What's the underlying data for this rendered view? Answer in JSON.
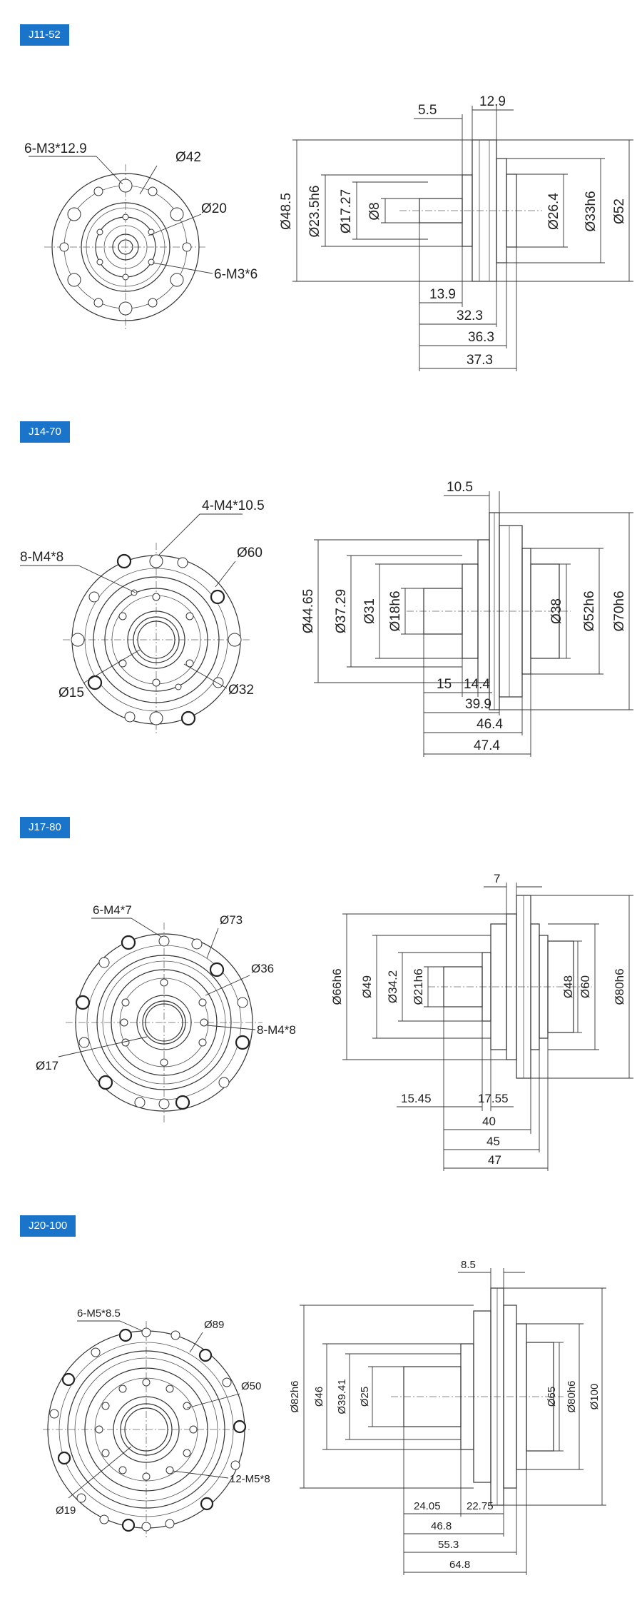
{
  "colors": {
    "tag_bg": "#1a74c9",
    "tag_text": "#ffffff",
    "line": "#333333"
  },
  "sections": [
    {
      "tag": "J11-52",
      "front": {
        "labels": [
          "6-M3*12.9",
          "Ø42",
          "Ø20",
          "6-M3*6"
        ]
      },
      "side": {
        "top": [
          "5.5",
          "12.9"
        ],
        "diam_left": [
          "Ø48.5",
          "Ø23.5h6",
          "Ø17.27",
          "Ø8"
        ],
        "diam_right": [
          "Ø26.4",
          "Ø33h6",
          "Ø52"
        ],
        "bottom": [
          "13.9",
          "32.3",
          "36.3",
          "37.3"
        ]
      }
    },
    {
      "tag": "J14-70",
      "front": {
        "labels": [
          "4-M4*10.5",
          "8-M4*8",
          "Ø60",
          "Ø15",
          "Ø32"
        ]
      },
      "side": {
        "top": [
          "10.5"
        ],
        "diam_left": [
          "Ø44.65",
          "Ø37.29",
          "Ø31",
          "Ø18h6"
        ],
        "diam_right": [
          "Ø38",
          "Ø52h6",
          "Ø70h6"
        ],
        "bottom": [
          "15",
          "14.4",
          "39.9",
          "46.4",
          "47.4"
        ]
      }
    },
    {
      "tag": "J17-80",
      "front": {
        "labels": [
          "6-M4*7",
          "Ø73",
          "Ø36",
          "8-M4*8",
          "Ø17"
        ]
      },
      "side": {
        "top": [
          "7"
        ],
        "diam_left": [
          "Ø66h6",
          "Ø49",
          "Ø34.2",
          "Ø21h6"
        ],
        "diam_right": [
          "Ø48",
          "Ø60",
          "Ø80h6"
        ],
        "bottom": [
          "15.45",
          "17.55",
          "40",
          "45",
          "47"
        ]
      }
    },
    {
      "tag": "J20-100",
      "front": {
        "labels": [
          "6-M5*8.5",
          "Ø89",
          "Ø50",
          "12-M5*8",
          "Ø19"
        ]
      },
      "side": {
        "top": [
          "8.5"
        ],
        "diam_left": [
          "Ø82h6",
          "Ø46",
          "Ø39.41",
          "Ø25"
        ],
        "diam_right": [
          "Ø65",
          "Ø80h6",
          "Ø100"
        ],
        "bottom": [
          "24.05",
          "22.75",
          "46.8",
          "55.3",
          "64.8"
        ]
      }
    }
  ]
}
